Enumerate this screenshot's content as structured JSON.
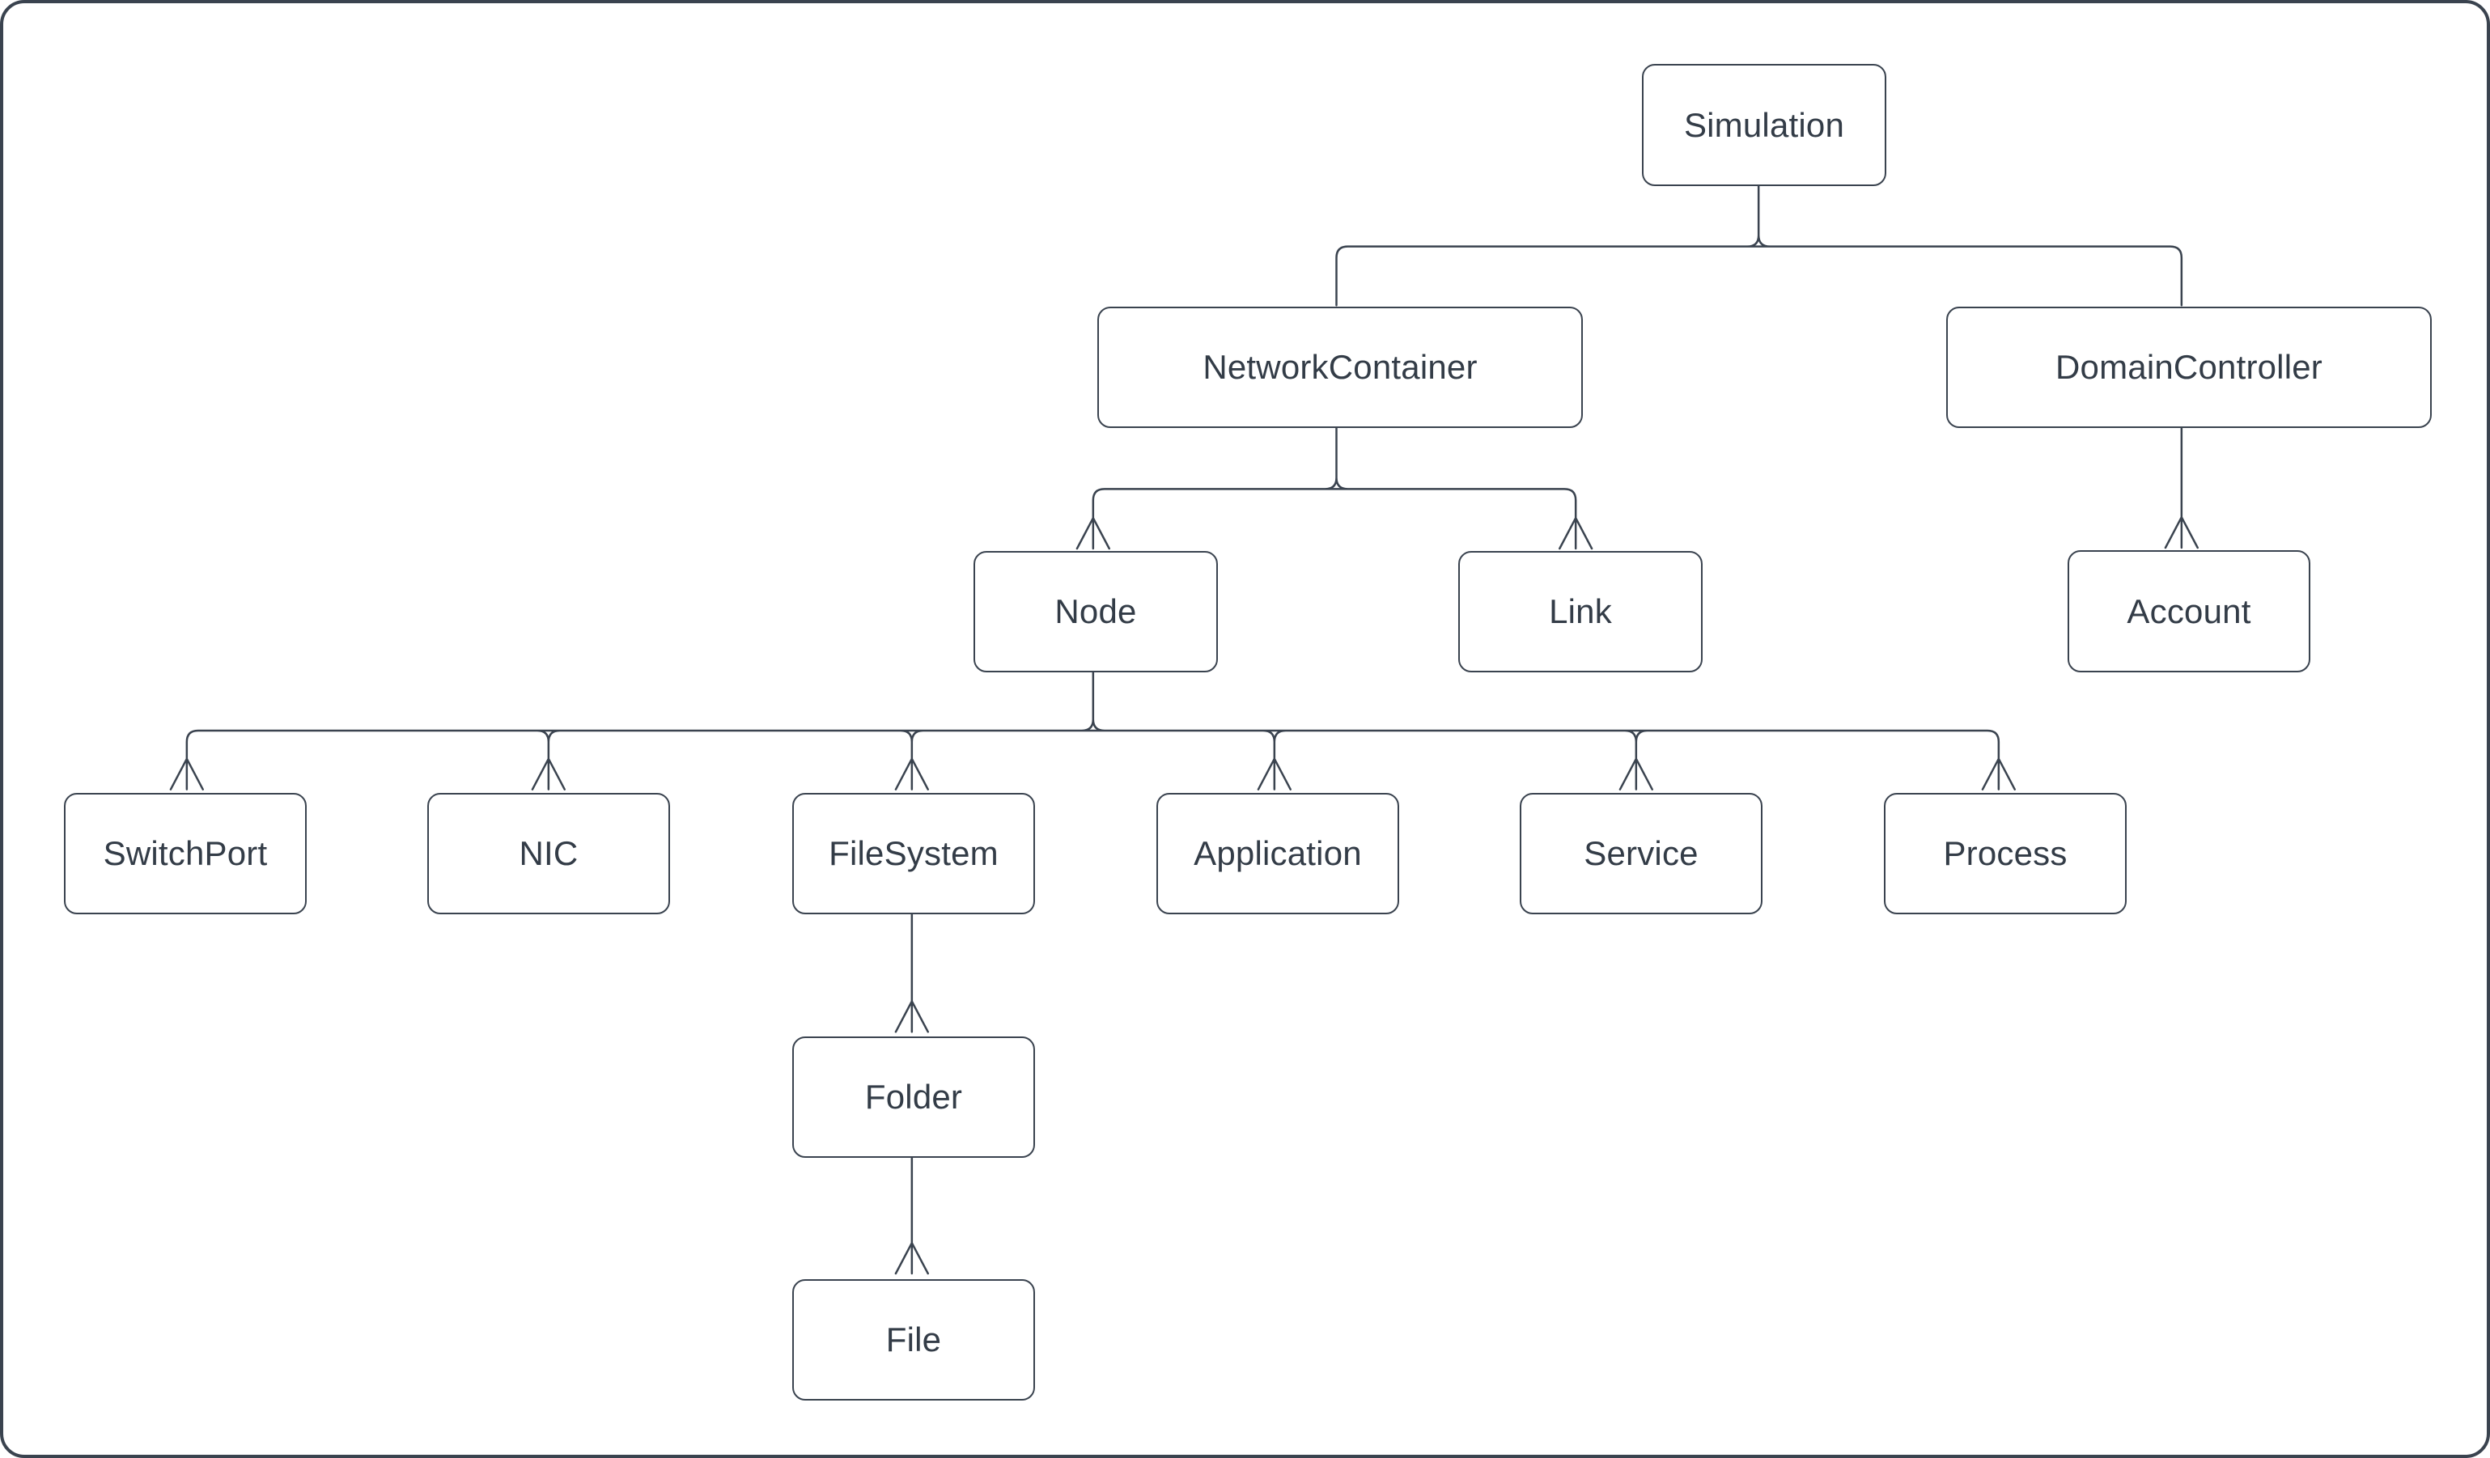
{
  "diagram": {
    "type": "hierarchy-tree",
    "background_color": "#ffffff",
    "stroke_color": "#3a434f",
    "text_color": "#333c47",
    "arrowhead_style": "crowsfoot",
    "nodes": [
      {
        "id": "simulation",
        "label": "Simulation"
      },
      {
        "id": "network_container",
        "label": "NetworkContainer"
      },
      {
        "id": "domain_controller",
        "label": "DomainController"
      },
      {
        "id": "node",
        "label": "Node"
      },
      {
        "id": "link",
        "label": "Link"
      },
      {
        "id": "account",
        "label": "Account"
      },
      {
        "id": "switch_port",
        "label": "SwitchPort"
      },
      {
        "id": "nic",
        "label": "NIC"
      },
      {
        "id": "file_system",
        "label": "FileSystem"
      },
      {
        "id": "application",
        "label": "Application"
      },
      {
        "id": "service",
        "label": "Service"
      },
      {
        "id": "process",
        "label": "Process"
      },
      {
        "id": "folder",
        "label": "Folder"
      },
      {
        "id": "file",
        "label": "File"
      }
    ],
    "edges": [
      {
        "from": "simulation",
        "to": "network_container",
        "marker": "none"
      },
      {
        "from": "simulation",
        "to": "domain_controller",
        "marker": "none"
      },
      {
        "from": "network_container",
        "to": "node",
        "marker": "crowsfoot"
      },
      {
        "from": "network_container",
        "to": "link",
        "marker": "crowsfoot"
      },
      {
        "from": "domain_controller",
        "to": "account",
        "marker": "crowsfoot"
      },
      {
        "from": "node",
        "to": "switch_port",
        "marker": "crowsfoot"
      },
      {
        "from": "node",
        "to": "nic",
        "marker": "crowsfoot"
      },
      {
        "from": "node",
        "to": "file_system",
        "marker": "crowsfoot"
      },
      {
        "from": "node",
        "to": "application",
        "marker": "crowsfoot"
      },
      {
        "from": "node",
        "to": "service",
        "marker": "crowsfoot"
      },
      {
        "from": "node",
        "to": "process",
        "marker": "crowsfoot"
      },
      {
        "from": "file_system",
        "to": "folder",
        "marker": "crowsfoot"
      },
      {
        "from": "folder",
        "to": "file",
        "marker": "crowsfoot"
      }
    ]
  }
}
